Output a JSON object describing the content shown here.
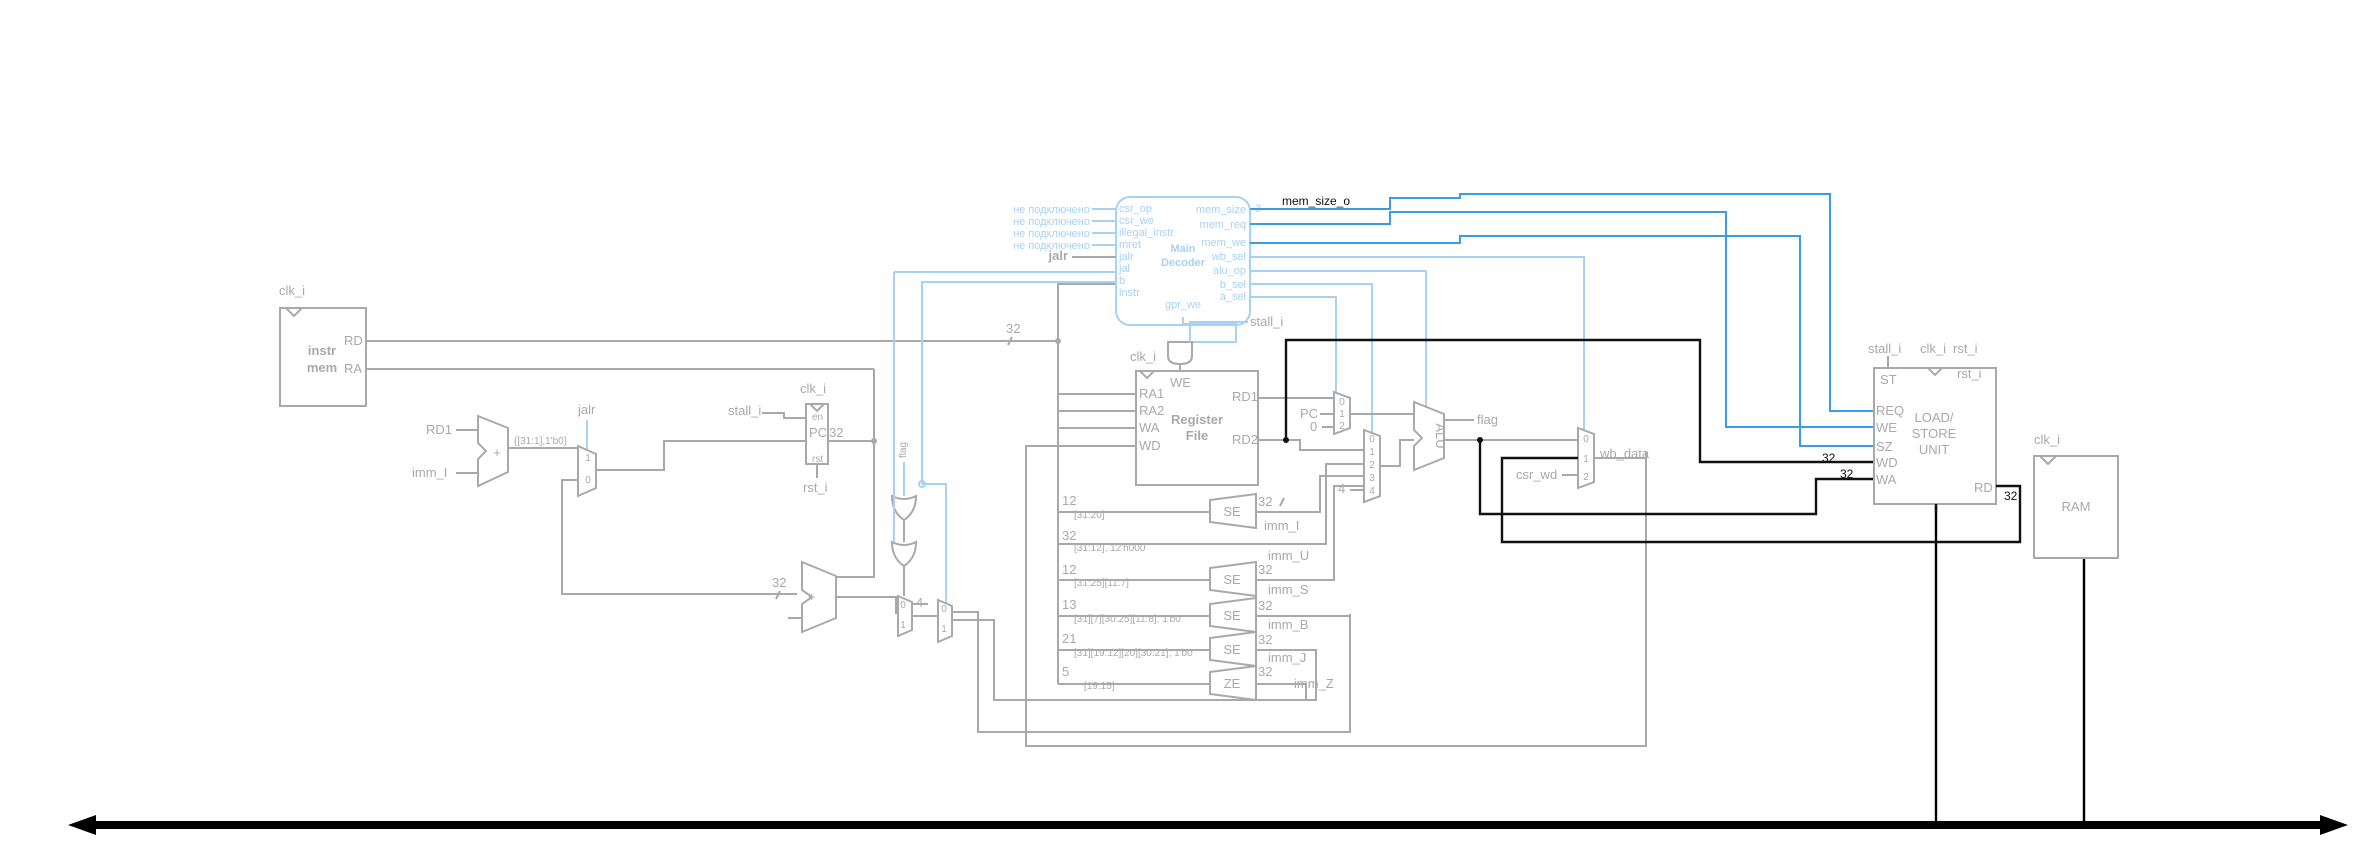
{
  "blocks": {
    "instr_mem": {
      "title": "instr\nmem",
      "rd": "RD",
      "ra": "RA",
      "clk": "clk_i"
    },
    "pc": {
      "label": "PC",
      "en": "en",
      "rst": "rst",
      "width": "32",
      "clk": "clk_i",
      "stall": "stall_i",
      "rst_in": "rst_i"
    },
    "main_decoder": {
      "title": "Main\nDecoder",
      "inputs": [
        "csr_op",
        "csr_we",
        "illegal_instr",
        "mret",
        "jalr",
        "jal",
        "b",
        "instr"
      ],
      "outputs": [
        "mem_size",
        "mem_req",
        "mem_we",
        "wb_sel",
        "alu_op",
        "b_sel",
        "a_sel"
      ],
      "bottom": "gpr_we",
      "unconnected": [
        "не подключено",
        "не подключено",
        "не подключено",
        "не подключено"
      ],
      "jalr_label": "jalr",
      "bus_label": "3",
      "bus_name": "mem_size_o"
    },
    "register_file": {
      "title": "Register\nFile",
      "ports": [
        "RA1",
        "RA2",
        "WA",
        "WD"
      ],
      "rd1": "RD1",
      "rd2": "RD2",
      "we": "WE",
      "clk": "clk_i",
      "stall": "stall_i"
    },
    "alu": {
      "title": "ALU",
      "flag": "flag"
    },
    "lsu": {
      "title": "LOAD/\nSTORE\nUNIT",
      "ports_left": [
        "ST",
        "REQ",
        "WE",
        "SZ",
        "WD",
        "WA"
      ],
      "rd": "RD",
      "top": [
        "stall_i",
        "clk_i",
        "rst_i",
        "rst_i"
      ],
      "bus": [
        "32",
        "32",
        "32"
      ]
    },
    "ram": {
      "title": "RAM",
      "clk": "clk_i"
    },
    "se_blocks": [
      "SE",
      "SE",
      "SE",
      "SE",
      "ZE"
    ],
    "imm_names": [
      "imm_I",
      "imm_U",
      "imm_S",
      "imm_B",
      "imm_J",
      "imm_Z"
    ],
    "imm_fields": [
      "[31:20]",
      "[31:12], 12'h000",
      "[31:25][11:7]",
      "[31][7][30:25][11:8], 1'b0",
      "[31][19:12][20][30:21], 1'b0",
      "[19:15]"
    ],
    "imm_widths": [
      "12",
      "32",
      "12",
      "13",
      "21",
      "5"
    ],
    "imm_out_widths": [
      "32",
      "32",
      "32",
      "32",
      "32"
    ],
    "misc": {
      "rd1": "RD1",
      "imm_i": "imm_I",
      "jalr": "jalr",
      "pc_cat": "{[31:1],1'b0}",
      "bus32": "32",
      "flag": "flag",
      "four": "4",
      "zero": "0",
      "pc": "PC",
      "csr_wd": "csr_wd",
      "wb_data": "wb_data",
      "plus": "+",
      "mux_labels": [
        "1",
        "0"
      ],
      "alu_mux": [
        "0",
        "1",
        "2",
        "3",
        "4"
      ],
      "wb_mux": [
        "0",
        "1",
        "2"
      ],
      "alu_src_a": [
        "0",
        "1",
        "2"
      ]
    }
  },
  "colors": {
    "gray": "#a9a9a9",
    "blue": "#3c9be4",
    "light_blue": "#a7d2f3",
    "black": "#111111"
  }
}
